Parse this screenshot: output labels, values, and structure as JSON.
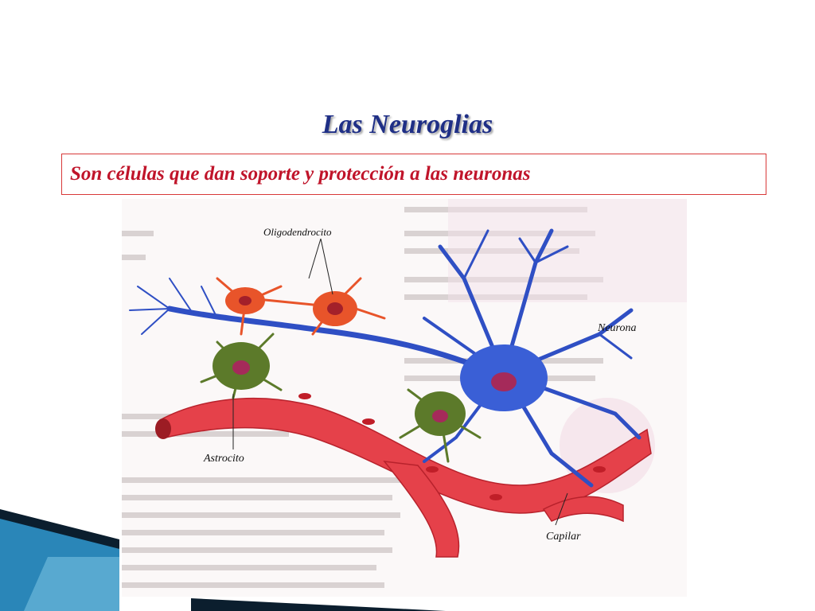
{
  "slide": {
    "title": "Las  Neuroglias",
    "subtitle": "Son células que dan soporte y protección a las neuronas"
  },
  "figure": {
    "labels": {
      "oligodendrocito": "Oligodendrocito",
      "neurona": "Neurona",
      "astrocito": "Astrocito",
      "capilar": "Capilar"
    }
  },
  "colors": {
    "title": "#1f2f86",
    "subtitle_text": "#c0142a",
    "subtitle_border": "#d83838",
    "neuron": "#2f4fc4",
    "neuron_nucleus": "#a52a5a",
    "astrocyte": "#5c7a2a",
    "oligodendrocyte": "#e8542a",
    "capillary": "#e5414a",
    "deco_teal": "#2a86b8",
    "deco_dark": "#0b1e2e"
  }
}
